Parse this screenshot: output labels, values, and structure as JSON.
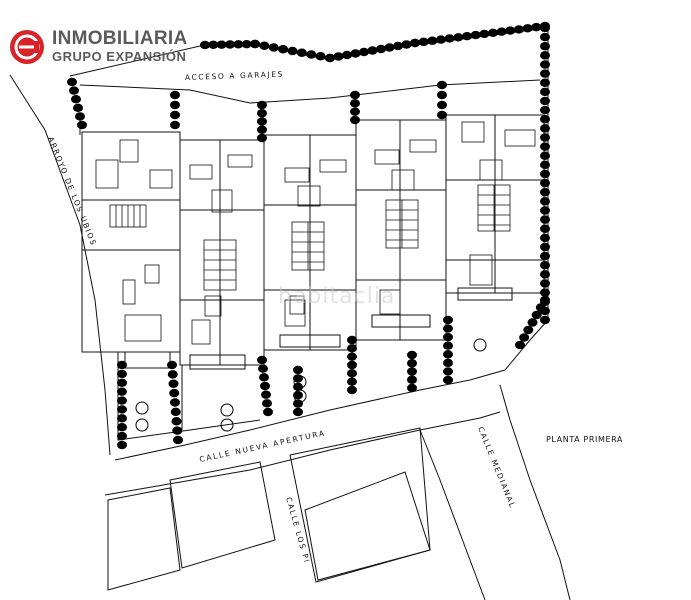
{
  "logo": {
    "line1": "INMOBILIARIA",
    "line2": "GRUPO EXPANSIÓN",
    "brand_color": "#d8232a",
    "text_color": "#5a5a5a"
  },
  "labels": {
    "garage_access": "ACCESO A GARAJES",
    "stream": "ARROYO DE LOS UBIOS",
    "new_street": "CALLE NUEVA APERTURA",
    "median_street": "CALLE MEDIANAL",
    "los_pinos": "CALLE LOS PI",
    "floor_title": "PLANTA PRIMERA"
  },
  "watermark": "habitaclia",
  "colors": {
    "line": "#111111",
    "tree": "#000000"
  }
}
